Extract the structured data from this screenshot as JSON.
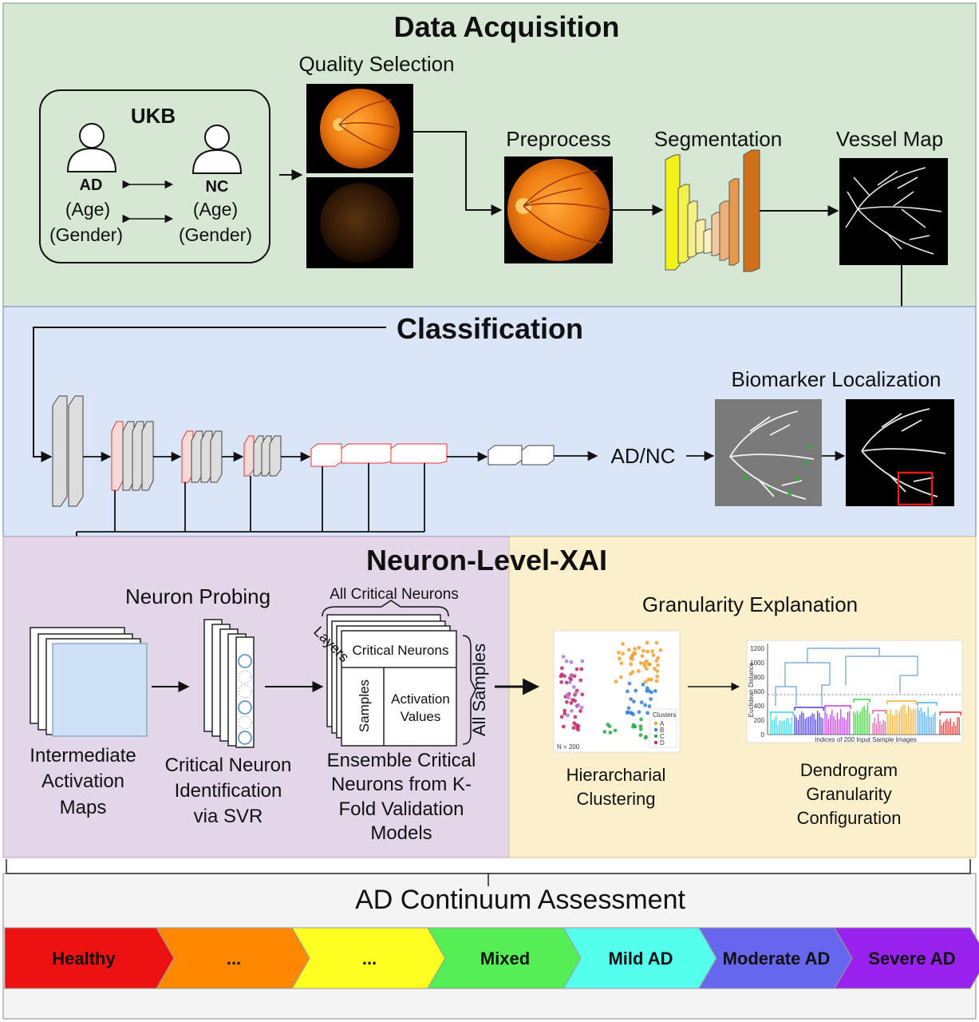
{
  "sections": {
    "data_acquisition": {
      "title": "Data Acquisition",
      "ukb": {
        "title": "UKB",
        "ad": "AD",
        "nc": "NC",
        "age": "(Age)",
        "gender": "(Gender)"
      },
      "quality_selection": "Quality Selection",
      "preprocess": "Preprocess",
      "segmentation": "Segmentation",
      "vessel_map": "Vessel Map"
    },
    "classification": {
      "title": "Classification",
      "output": "AD/NC",
      "biomarker": "Biomarker Localization"
    },
    "neuron_xai": {
      "title": "Neuron-Level-XAI",
      "neuron_probing": "Neuron Probing",
      "all_critical_neurons": "All Critical Neurons",
      "layers": "Layers",
      "critical_neurons": "Critical Neurons",
      "samples": "Samples",
      "activation_values_1": "Activation",
      "activation_values_2": "Values",
      "all_samples": "All Samples",
      "iam_1": "Intermediate",
      "iam_2": "Activation",
      "iam_3": "Maps",
      "cni_1": "Critical Neuron",
      "cni_2": "Identification",
      "cni_3": "via SVR",
      "ens_1": "Ensemble Critical",
      "ens_2": "Neurons from K-",
      "ens_3": "Fold Validation",
      "ens_4": "Models"
    },
    "granularity": {
      "title": "Granularity Explanation",
      "hc_1": "Hierarcharial",
      "hc_2": "Clustering",
      "dg_1": "Dendrogram",
      "dg_2": "Granularity",
      "dg_3": "Configuration",
      "scatter_legend_title": "Clusters",
      "scatter_legend": [
        "A",
        "B",
        "C",
        "D"
      ],
      "scatter_n": "N = 200",
      "dendro_ylabel": "Euclidean Distance",
      "dendro_xlabel": "Indices of 200 Input Sample Images",
      "dendro_ticks": [
        "0",
        "200",
        "400",
        "600",
        "800",
        "1000",
        "1200"
      ]
    },
    "continuum": {
      "title": "AD Continuum Assessment",
      "stages": [
        {
          "label": "Healthy",
          "color": "#ee1111"
        },
        {
          "label": "...",
          "color": "#ff8800"
        },
        {
          "label": "...",
          "color": "#ffff22"
        },
        {
          "label": "Mixed",
          "color": "#55ee55"
        },
        {
          "label": "Mild AD",
          "color": "#55ffee"
        },
        {
          "label": "Moderate AD",
          "color": "#6666ee"
        },
        {
          "label": "Severe AD",
          "color": "#9922ee"
        }
      ]
    }
  },
  "colors": {
    "data_acquisition_bg": "#d6e8d4",
    "classification_bg": "#dae6f8",
    "xai_bg": "#e2d6e8",
    "granularity_bg": "#fbefcc",
    "continuum_bg": "#f4f4f4"
  }
}
